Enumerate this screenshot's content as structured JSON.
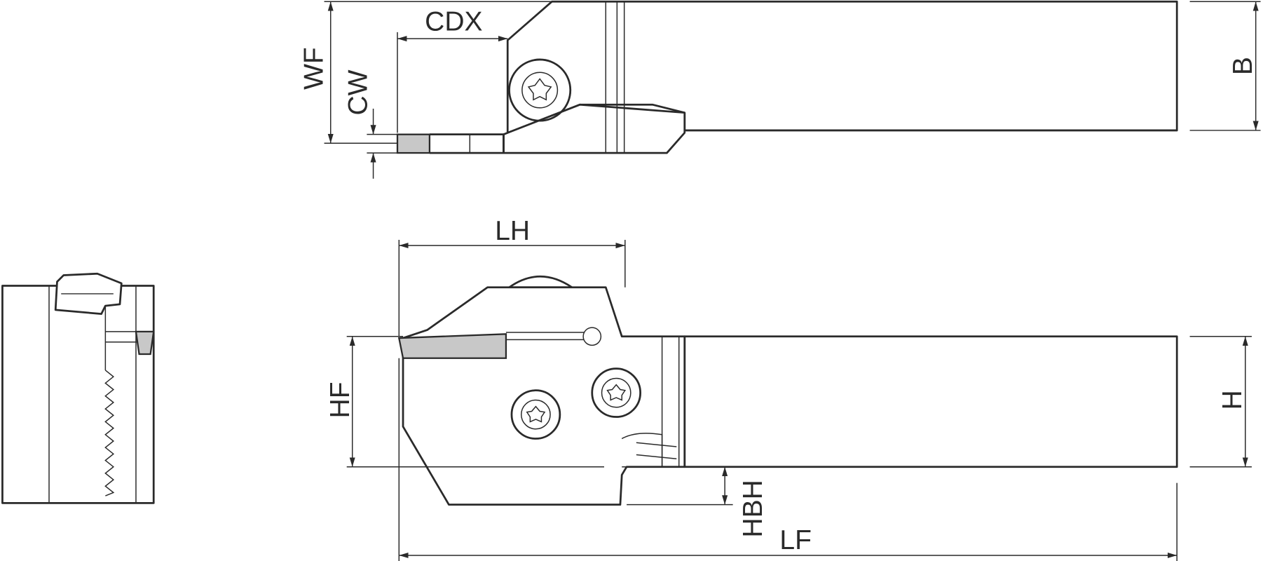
{
  "dimensions": {
    "cdx": "CDX",
    "wf": "WF",
    "cw": "CW",
    "b": "B",
    "lh": "LH",
    "hf": "HF",
    "h": "H",
    "hbh": "HBH",
    "lf": "LF"
  },
  "colors": {
    "line": "#2a2a2a",
    "insert": "#c8c8c8"
  }
}
